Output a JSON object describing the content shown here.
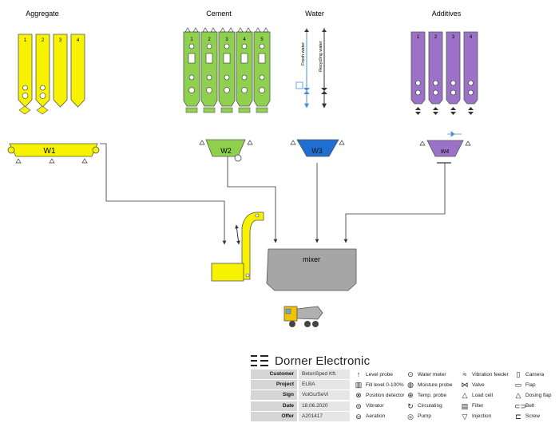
{
  "groups": {
    "aggregate": "Aggregate",
    "cement": "Cement",
    "water": "Water",
    "additives": "Additives"
  },
  "aggregate_bins": [
    "1",
    "2",
    "3",
    "4"
  ],
  "cement_silos": [
    "1",
    "2",
    "3",
    "4",
    "5"
  ],
  "additive_tanks": [
    "1",
    "2",
    "3",
    "4"
  ],
  "water_lines": {
    "fresh": "Fresh water",
    "recycling": "Recycling water"
  },
  "scales": {
    "w1": "W1",
    "w2": "W2",
    "w3": "W3",
    "w4": "W4"
  },
  "mixer": "mixer",
  "colors": {
    "aggregate": "#f6f200",
    "cement": "#8fd14f",
    "water_scale": "#1f6fd1",
    "additive": "#9b72c7",
    "mixer": "#a6a6a6",
    "water_pipe": "#4a8fd6"
  },
  "brand": "Dorner Electronic",
  "meta": [
    {
      "key": "Customer",
      "value": "BetonSped Kft."
    },
    {
      "key": "Project",
      "value": "ELBA"
    },
    {
      "key": "Sign",
      "value": "VoiGu/SeVi"
    },
    {
      "key": "Date",
      "value": "18.06.2020"
    },
    {
      "key": "Offer",
      "value": "A201417"
    }
  ],
  "legend": [
    {
      "icon": "level-probe-icon",
      "label": "Level probe"
    },
    {
      "icon": "fill-level-icon",
      "label": "Fill level 0-100%"
    },
    {
      "icon": "position-detector-icon",
      "label": "Position detector"
    },
    {
      "icon": "vibrator-icon",
      "label": "Vibrator"
    },
    {
      "icon": "aeration-icon",
      "label": "Aeration"
    },
    {
      "icon": "water-meter-icon",
      "label": "Water meter"
    },
    {
      "icon": "moisture-probe-icon",
      "label": "Moisture probe"
    },
    {
      "icon": "temp-probe-icon",
      "label": "Temp. probe"
    },
    {
      "icon": "circulating-icon",
      "label": "Circulating"
    },
    {
      "icon": "pump-icon",
      "label": "Pump"
    },
    {
      "icon": "vibration-feeder-icon",
      "label": "Vibration feeder"
    },
    {
      "icon": "valve-icon",
      "label": "Valve"
    },
    {
      "icon": "load-cell-icon",
      "label": "Load cell"
    },
    {
      "icon": "filter-icon",
      "label": "Filter"
    },
    {
      "icon": "injection-icon",
      "label": "Injection"
    },
    {
      "icon": "camera-icon",
      "label": "Camera"
    },
    {
      "icon": "flap-icon",
      "label": "Flap"
    },
    {
      "icon": "dosing-flap-icon",
      "label": "Dosing flap"
    },
    {
      "icon": "belt-icon",
      "label": "Belt"
    },
    {
      "icon": "screw-icon",
      "label": "Screw"
    }
  ]
}
